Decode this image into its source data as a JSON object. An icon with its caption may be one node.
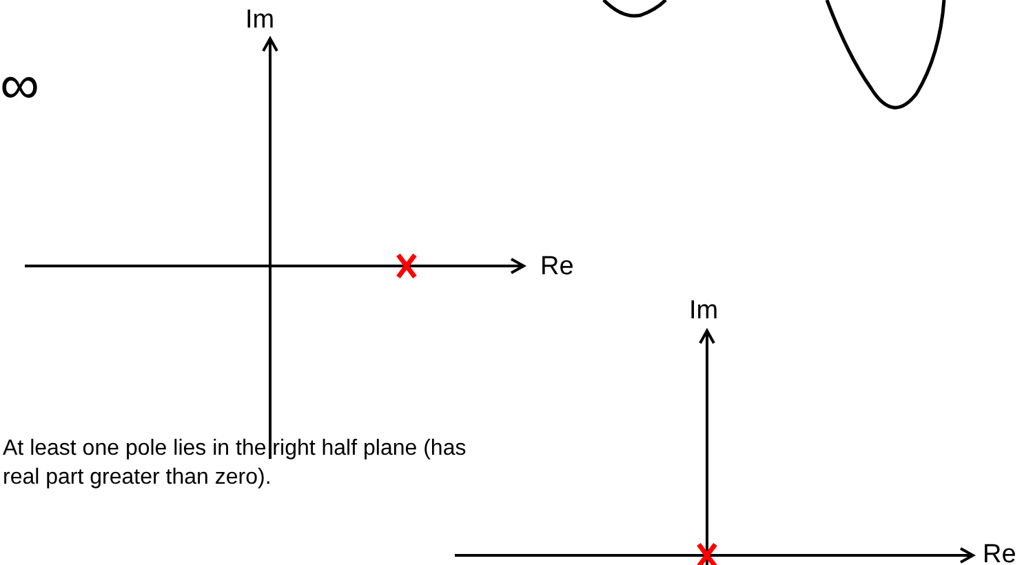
{
  "diagram": {
    "labels": [
      "Im",
      "∞",
      "Re",
      "Im",
      "At least one pole lies in the right half plane (has real part greater than zero).",
      "Re"
    ]
  }
}
